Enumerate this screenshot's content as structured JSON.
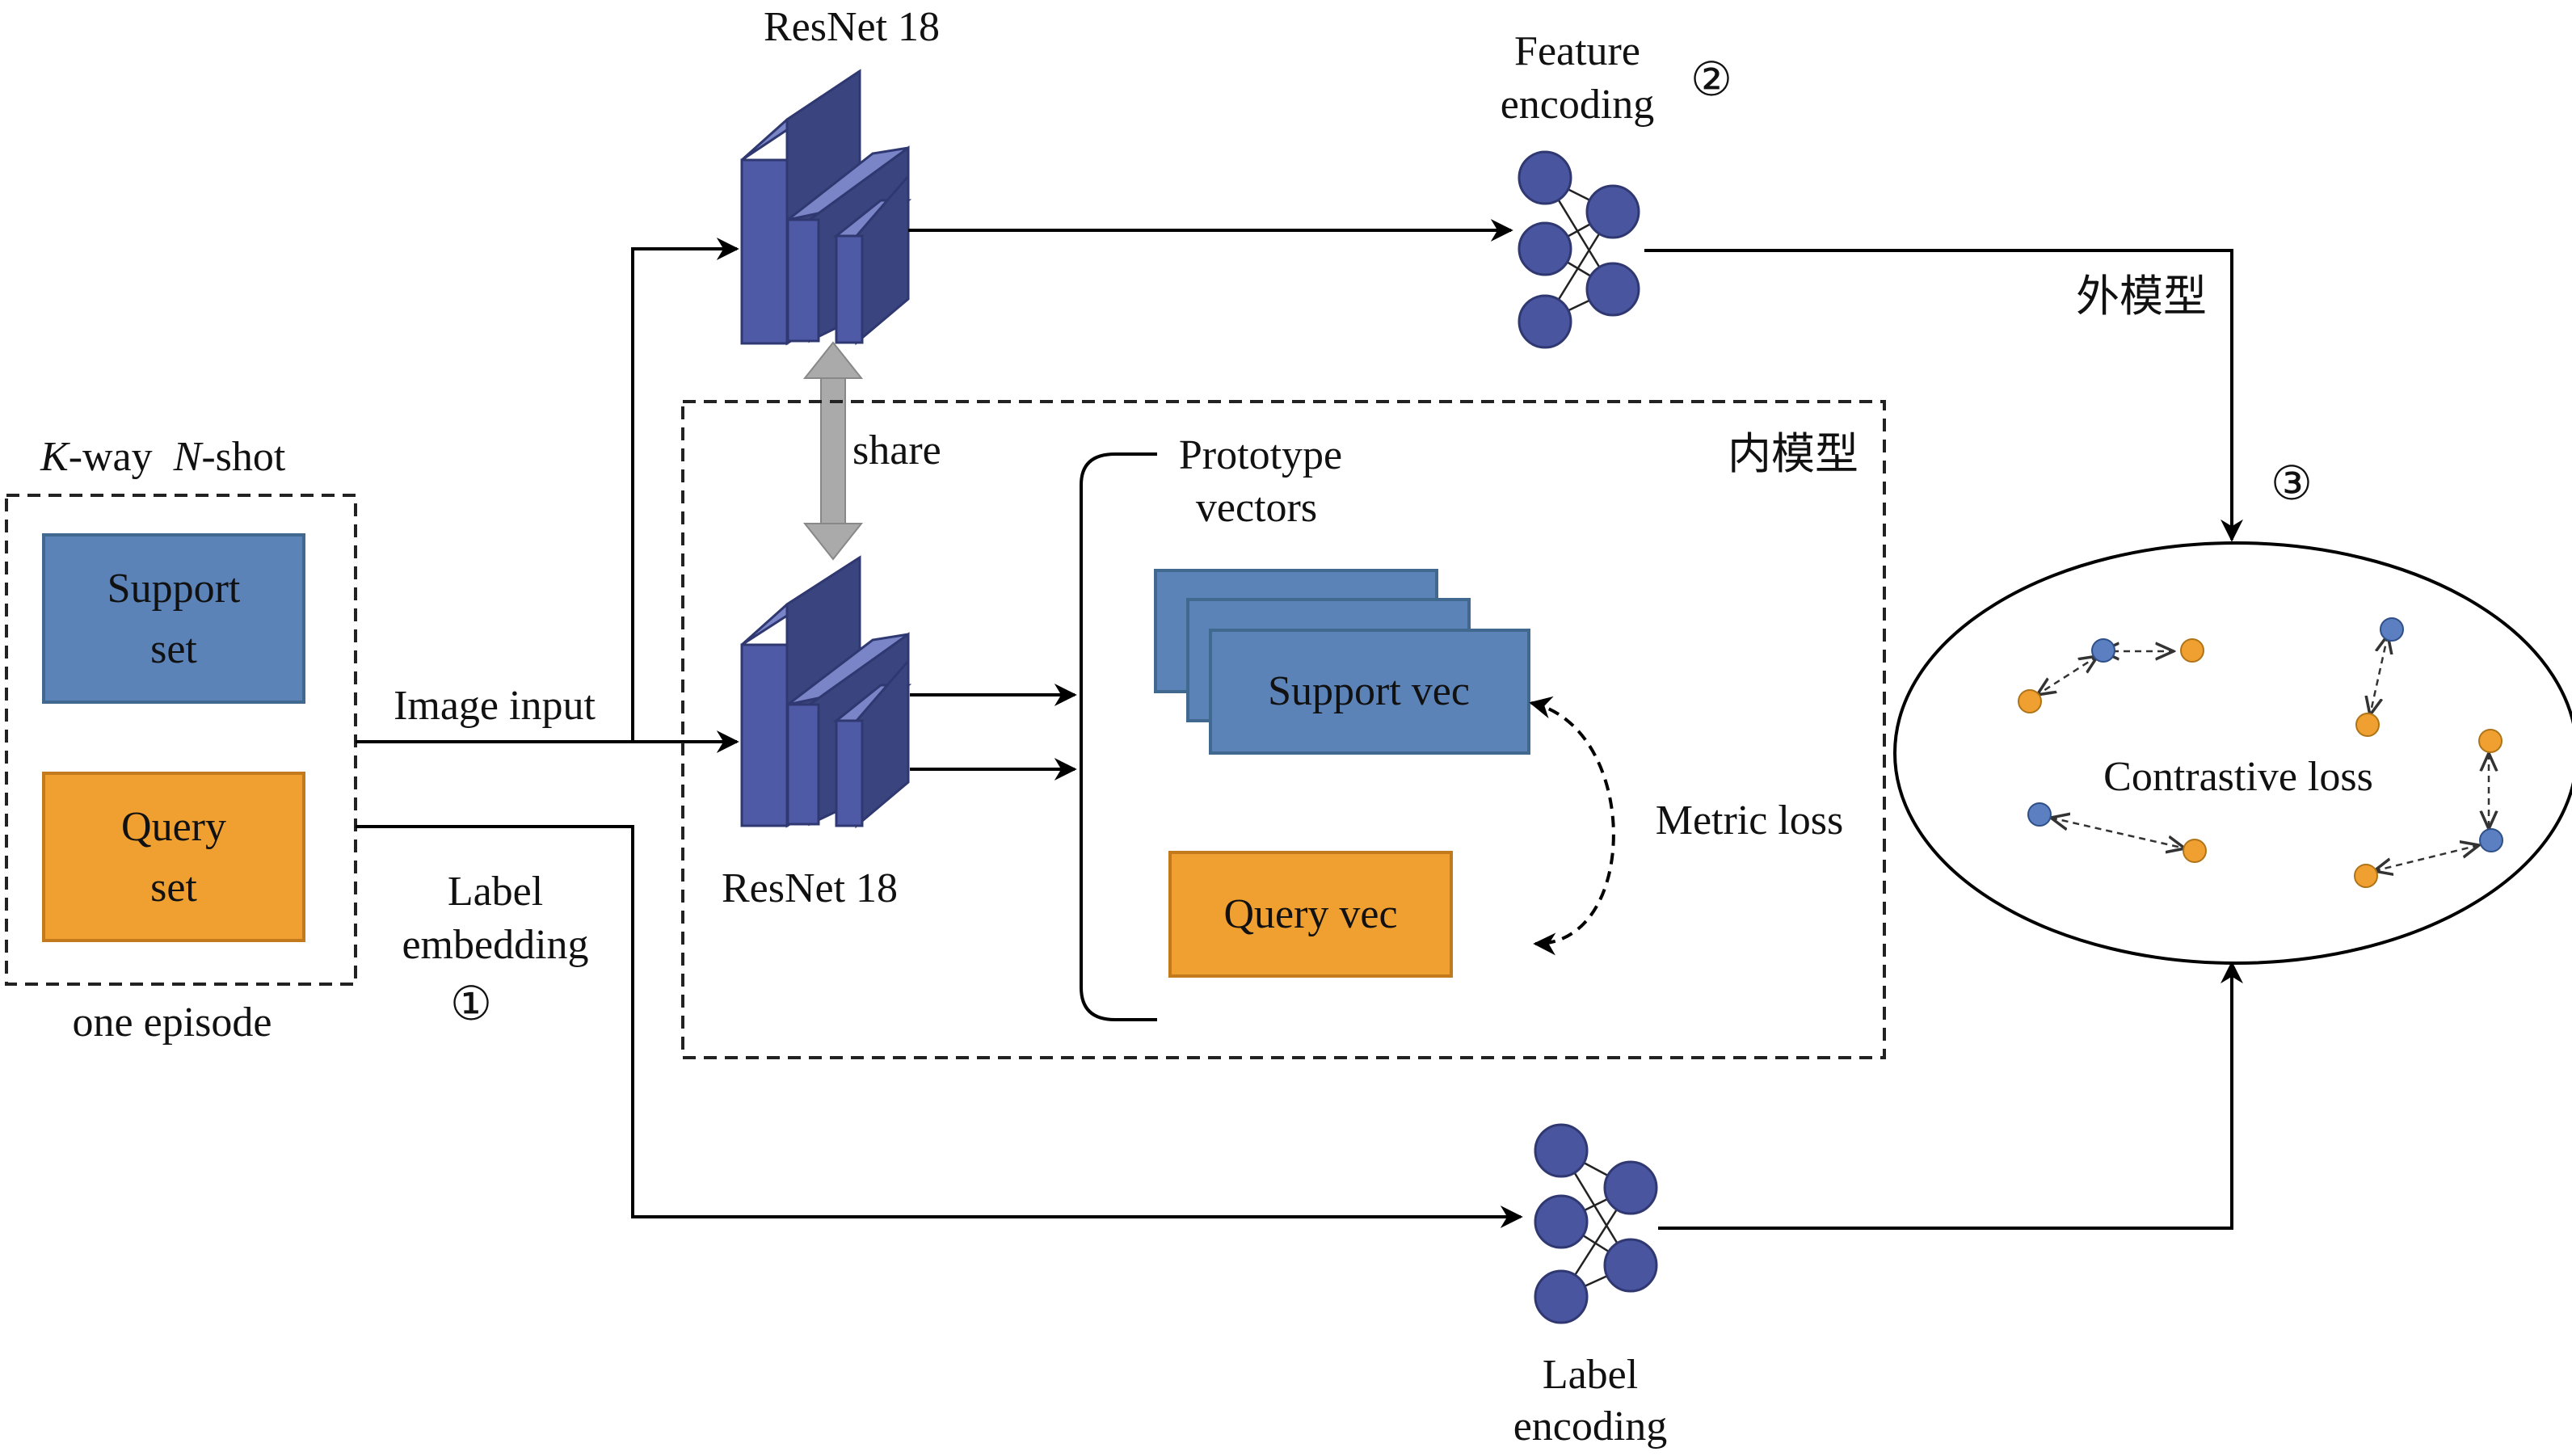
{
  "episode": {
    "title_k": "K",
    "title_k_rest": "-way",
    "title_n": "N",
    "title_n_rest": "-shot",
    "support_line1": "Support",
    "support_line2": "set",
    "query_line1": "Query",
    "query_line2": "set",
    "caption": "one episode"
  },
  "labels": {
    "image_input": "Image input",
    "label_embedding_line1": "Label",
    "label_embedding_line2": "embedding",
    "marker1": "①",
    "resnet_top": "ResNet 18",
    "resnet_bottom": "ResNet 18",
    "share": "share",
    "feature_encoding_line1": "Feature",
    "feature_encoding_line2": "encoding",
    "marker2": "②",
    "outer_model": "外模型",
    "marker3": "③",
    "inner_model": "内模型",
    "prototype_line1": "Prototype",
    "prototype_line2": "vectors",
    "support_vec": "Support vec",
    "query_vec": "Query vec",
    "metric_loss": "Metric loss",
    "contrastive_loss": "Contrastive loss",
    "label_encoding_line1": "Label",
    "label_encoding_line2": "encoding"
  },
  "colors": {
    "support_fill": "#5b83b8",
    "support_stroke": "#41688f",
    "query_fill": "#f0a030",
    "query_stroke": "#c27a1c",
    "resnet_front": "#4f5aa6",
    "resnet_side": "#3a447e",
    "resnet_top": "#7a85c8",
    "node_fill": "#4a55a0",
    "node_stroke": "#2f3870",
    "contrast_blue": "#5b7fc0",
    "contrast_orange": "#f0a030",
    "share_arrow": "#aaaaaa"
  }
}
